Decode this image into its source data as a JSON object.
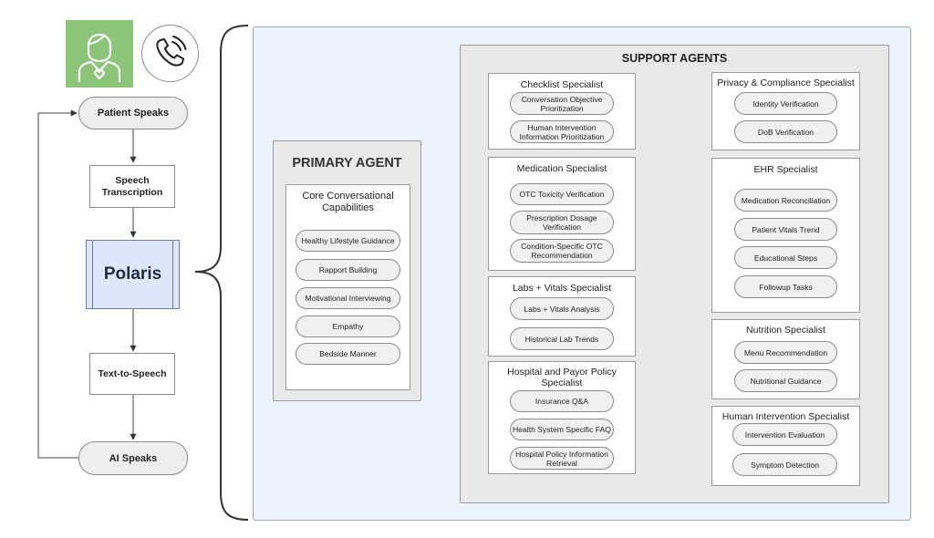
{
  "flow": {
    "patient_speaks": "Patient Speaks",
    "speech_transcription": "Speech Transcription",
    "polaris": "Polaris",
    "text_to_speech": "Text-to-Speech",
    "ai_speaks": "AI Speaks"
  },
  "primary_agent": {
    "title": "PRIMARY AGENT",
    "core_title": "Core Conversational Capabilities",
    "capabilities": [
      "Healthy Lifestyle Guidance",
      "Rapport Building",
      "Motivational Interviewing",
      "Empathy",
      "Bedside Manner"
    ]
  },
  "support_agents": {
    "title": "SUPPORT AGENTS",
    "left": [
      {
        "title": "Checklist Specialist",
        "items": [
          "Conversation Objective Prioritization",
          "Human Intervention Information Prioritization"
        ]
      },
      {
        "title": "Medication Specialist",
        "items": [
          "OTC Toxicity Verification",
          "Prescription Dosage Verification",
          "Condition-Specific OTC Recommendation"
        ]
      },
      {
        "title": "Labs + Vitals Specialist",
        "items": [
          "Labs + Vitals Analysis",
          "Historical Lab Trends"
        ]
      },
      {
        "title": "Hospital and Payor Policy Specialist",
        "items": [
          "Insurance Q&A",
          "Health System Specific FAQ",
          "Hospital Policy Information Retrieval"
        ]
      }
    ],
    "right": [
      {
        "title": "Privacy & Compliance Specialist",
        "items": [
          "Identity Verification",
          "DoB Verification"
        ]
      },
      {
        "title": "EHR Specialist",
        "items": [
          "Medication Reconciliation",
          "Patient Vitals Trend",
          "Educational Steps",
          "Followup Tasks"
        ]
      },
      {
        "title": "Nutrition Specialist",
        "items": [
          "Menu Recommendation",
          "Nutritional Guidance"
        ]
      },
      {
        "title": "Human Intervention Specialist",
        "items": [
          "Intervention Evaluation",
          "Symptom Detection"
        ]
      }
    ]
  },
  "colors": {
    "nurse_tile": "#8cc47a",
    "panel_bg": "#eef3fc",
    "polaris_bg": "#dde7f9"
  },
  "icons": [
    "nurse-icon",
    "phone-call-icon"
  ]
}
